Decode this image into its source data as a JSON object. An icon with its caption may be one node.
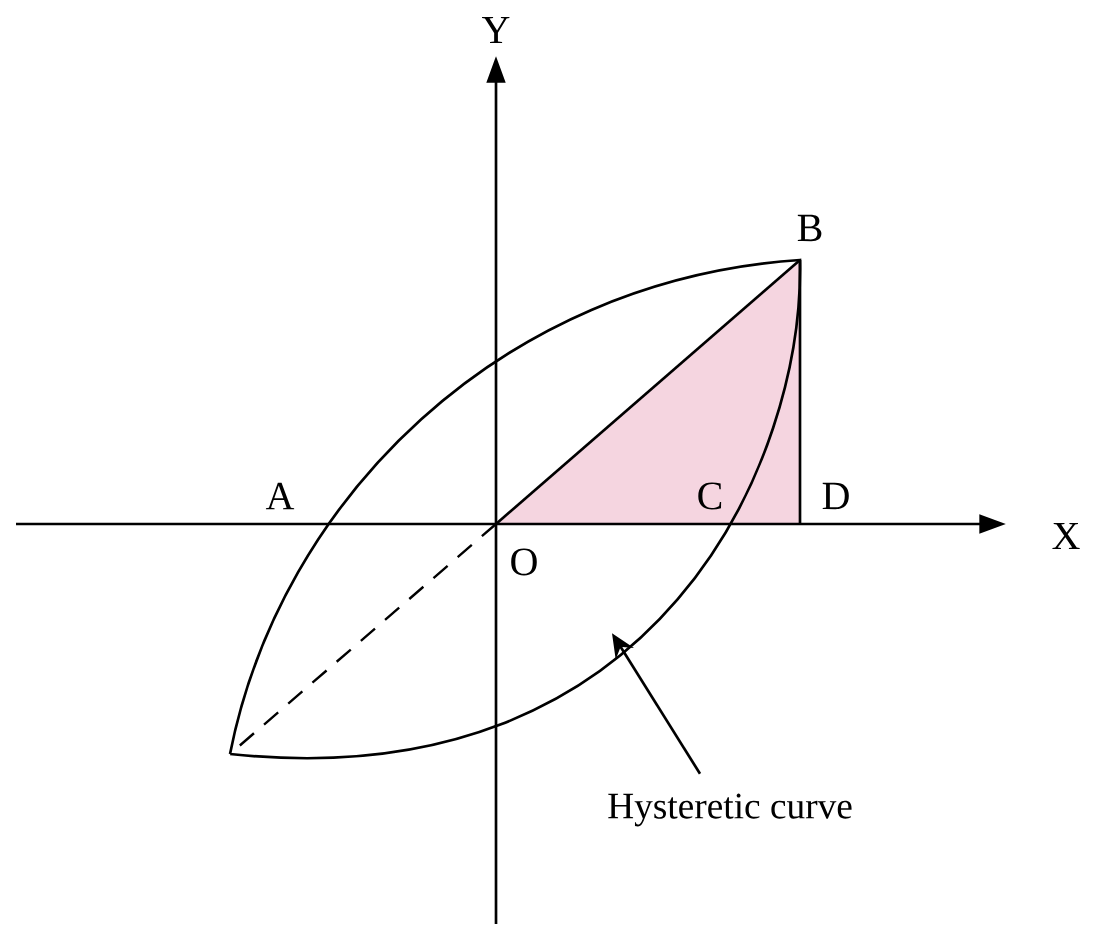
{
  "diagram": {
    "nodes": [
      {
        "text": [
          "Hysteretic curve"
        ]
      },
      {
        "text": [],
        "shape": "loop"
      }
    ],
    "edges": [
      {
        "from": 0,
        "to": 1,
        "arrow": "to"
      }
    ],
    "labels": [
      "Y",
      "B",
      "A",
      "C",
      "D",
      "X",
      "O"
    ]
  }
}
